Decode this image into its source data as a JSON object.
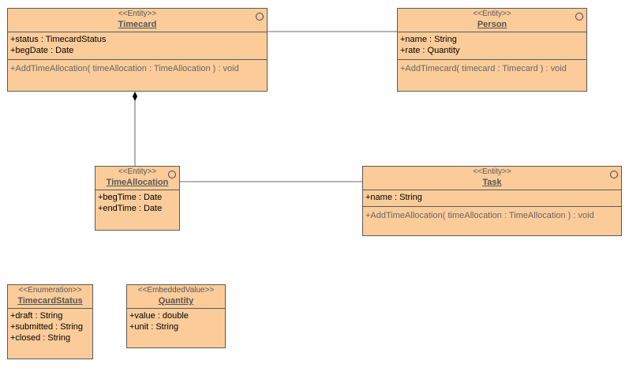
{
  "classes": {
    "timecard": {
      "stereotype": "<<Entity>>",
      "name": "Timecard",
      "attributes": [
        "+status : TimecardStatus",
        "+begDate : Date"
      ],
      "operations": [
        "+AddTimeAllocation( timeAllocation : TimeAllocation ) : void"
      ]
    },
    "person": {
      "stereotype": "<<Entity>>",
      "name": "Person",
      "attributes": [
        "+name : String",
        "+rate : Quantity"
      ],
      "operations": [
        "+AddTimecard( timecard : Timecard ) : void"
      ]
    },
    "time_allocation": {
      "stereotype": "<<Entity>>",
      "name": "TimeAllocation",
      "attributes": [
        "+begTime : Date",
        "+endTime : Date"
      ]
    },
    "task": {
      "stereotype": "<<Entity>>",
      "name": "Task",
      "attributes": [
        "+name : String"
      ],
      "operations": [
        "+AddTimeAllocation( timeAllocation : TimeAllocation ) : void"
      ]
    },
    "timecard_status": {
      "stereotype": "<<Enumeration>>",
      "name": "TimecardStatus",
      "attributes": [
        "+draft : String",
        "+submitted : String",
        "+closed : String"
      ]
    },
    "quantity": {
      "stereotype": "<<EmbeddedValue>>",
      "name": "Quantity",
      "attributes": [
        "+value : double",
        "+unit : String"
      ]
    }
  }
}
